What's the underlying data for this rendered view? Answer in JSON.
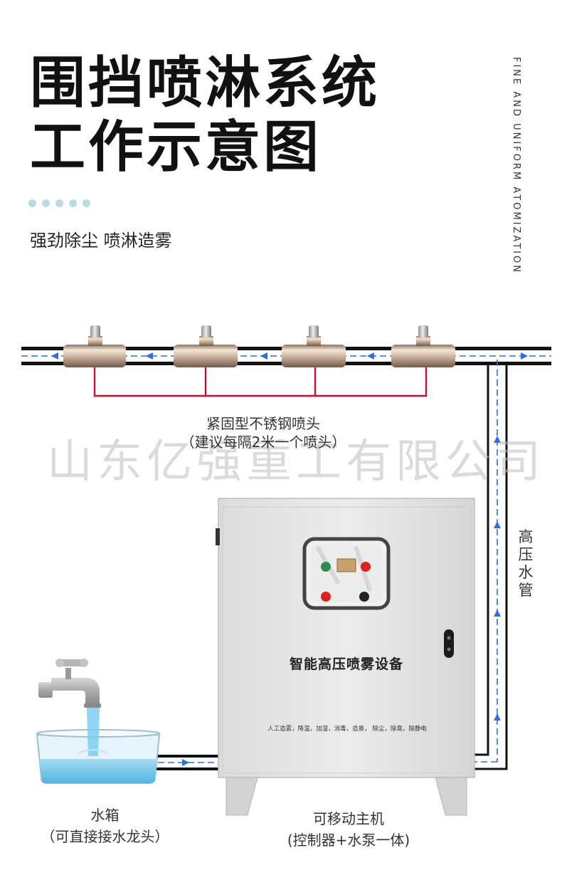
{
  "header": {
    "title_line1": "围挡喷淋系统",
    "title_line2": "工作示意图",
    "subtitle": "强劲除尘 喷淋造雾",
    "vertical_text": "FINE AND UNIFORM ATOMIZATION"
  },
  "watermark": "山东亿强重工有限公司",
  "labels": {
    "nozzle_title": "紧固型不锈钢喷头",
    "nozzle_note": "（建议每隔2米一个喷头）",
    "tank_title": "水箱",
    "tank_note": "（可直接接水龙头）",
    "host_title": "可移动主机",
    "host_note": "(控制器+水泵一体)",
    "pipe": "高压水管"
  },
  "cabinet": {
    "name": "智能高压喷雾设备",
    "functions": "人工造雾，降温，加湿，消毒，造景， 除尘，除臭，除静电"
  },
  "colors": {
    "pipe": "#111111",
    "flow_arrow": "#2d6fe0",
    "branch": "#c8102e",
    "accent_dots": "#b9dbe6",
    "water": "#6cc3ea"
  }
}
